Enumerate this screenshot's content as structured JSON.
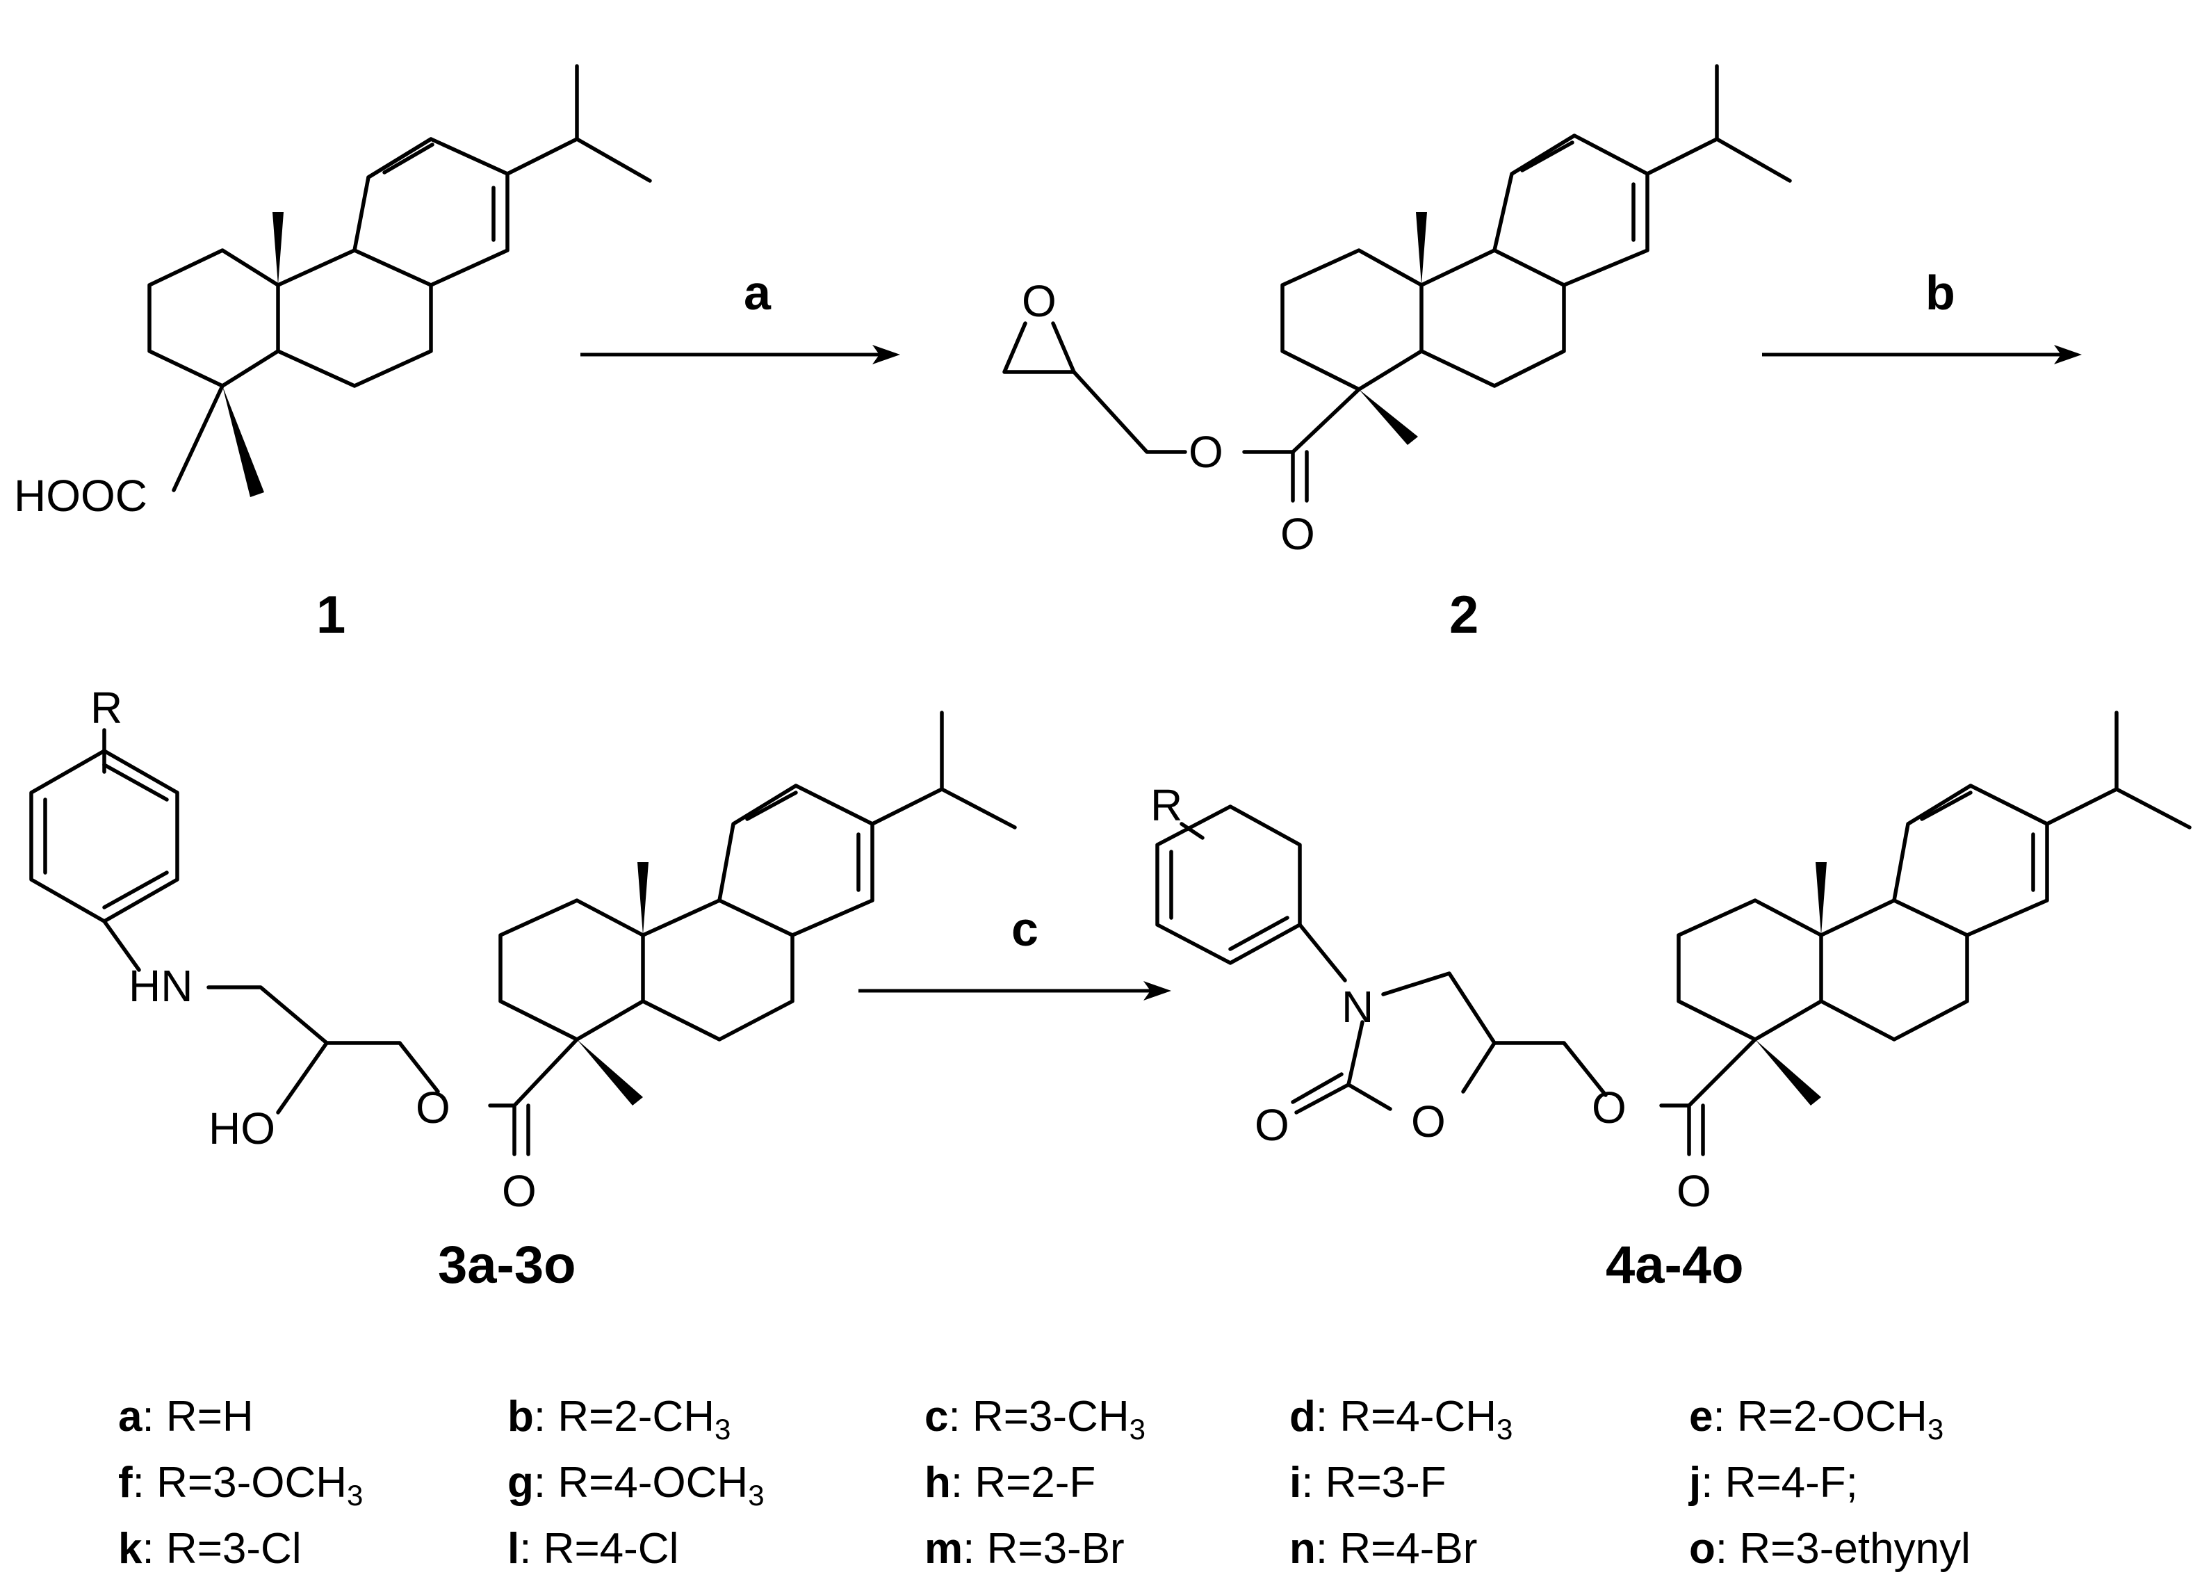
{
  "compounds": {
    "c1": "1",
    "c2": "2",
    "c3": "3a-3o",
    "c4": "4a-4o"
  },
  "reagents": {
    "a": "a",
    "b": "b",
    "c": "c"
  },
  "atoms": {
    "hooc": "HOOC",
    "O": "O",
    "HN": "HN",
    "HO": "HO",
    "N": "N",
    "R": "R"
  },
  "legend": [
    {
      "key": "a",
      "pre": ": R=H",
      "sub": "",
      "post": ""
    },
    {
      "key": "b",
      "pre": ": R=2-CH",
      "sub": "3",
      "post": ""
    },
    {
      "key": "c",
      "pre": ": R=3-CH",
      "sub": "3",
      "post": ""
    },
    {
      "key": "d",
      "pre": ": R=4-CH",
      "sub": "3",
      "post": ""
    },
    {
      "key": "e",
      "pre": ": R=2-OCH",
      "sub": "3",
      "post": ""
    },
    {
      "key": "f",
      "pre": ":  R=3-OCH",
      "sub": "3",
      "post": ""
    },
    {
      "key": "g",
      "pre": ": R=4-OCH",
      "sub": "3",
      "post": ""
    },
    {
      "key": "h",
      "pre": ": R=2-F",
      "sub": "",
      "post": ""
    },
    {
      "key": "i",
      "pre": ":  R=3-F",
      "sub": "",
      "post": ""
    },
    {
      "key": "j",
      "pre": ": R=4-F;",
      "sub": "",
      "post": ""
    },
    {
      "key": "k",
      "pre": ": R=3-Cl",
      "sub": "",
      "post": ""
    },
    {
      "key": "l",
      "pre": ": R=4-Cl",
      "sub": "",
      "post": ""
    },
    {
      "key": "m",
      "pre": ": R=3-Br",
      "sub": "",
      "post": ""
    },
    {
      "key": "n",
      "pre": ": R=4-Br",
      "sub": "",
      "post": ""
    },
    {
      "key": "o",
      "pre": ": R=3-ethynyl",
      "sub": "",
      "post": ""
    }
  ]
}
